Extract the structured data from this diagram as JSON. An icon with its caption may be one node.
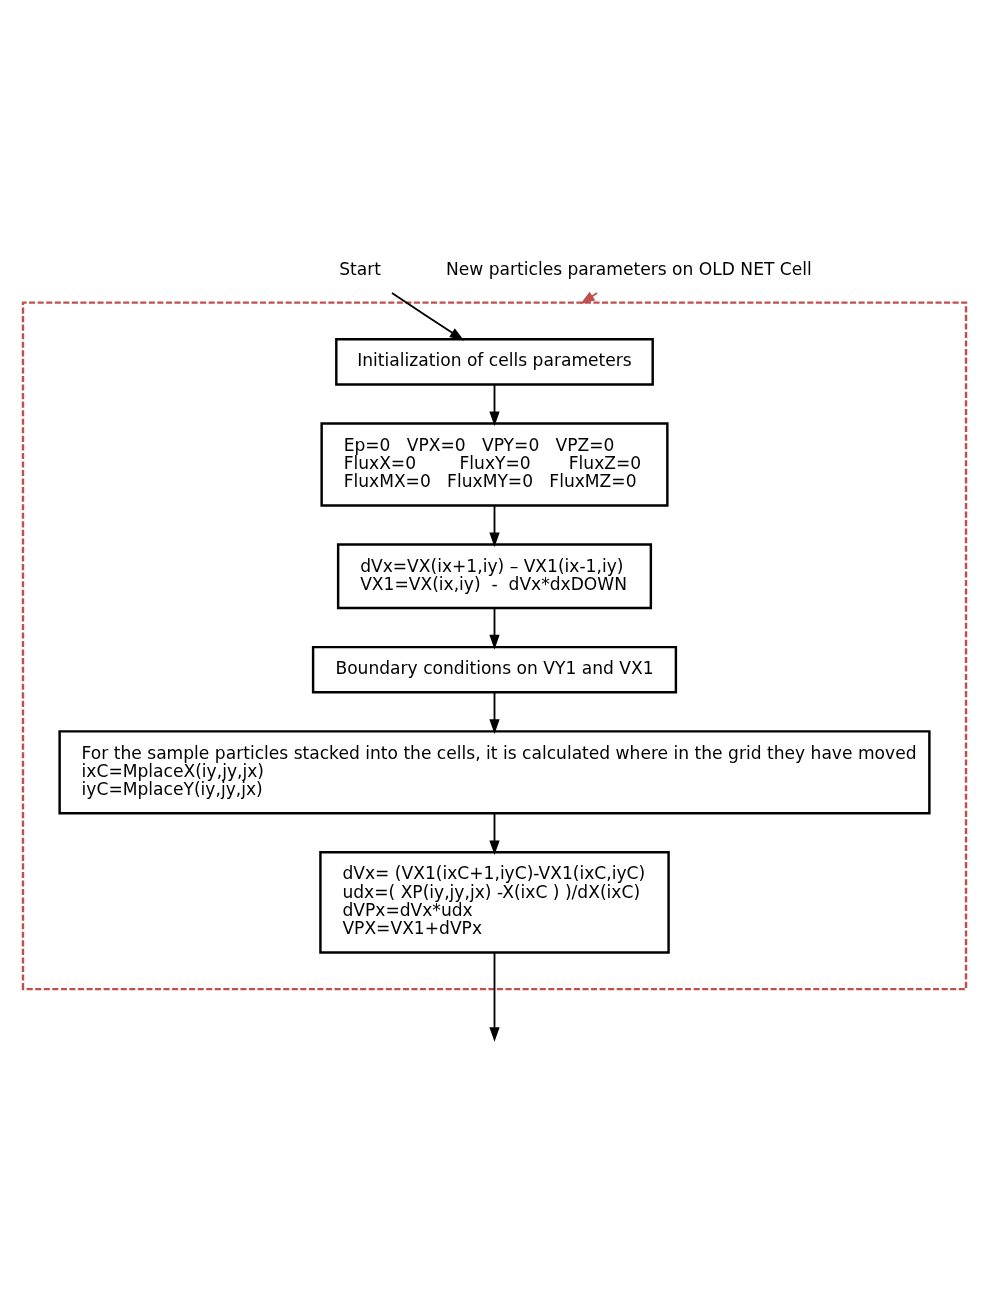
{
  "diagram": {
    "nodes": [
      {
        "text": [
          "Start"
        ]
      },
      {
        "text": [
          "New particles parameters on OLD NET Cell"
        ]
      },
      {
        "text": [],
        "shape": "box"
      },
      {
        "text": [
          "Initialization of cells parameters"
        ],
        "in": 2
      },
      {
        "text": [
          "Ep=0   VPX=0   VPY=0   VPZ=0",
          "FluxX=0        FluxY=0       FluxZ=0",
          "FluxMX=0   FluxMY=0   FluxMZ=0"
        ],
        "in": 2
      },
      {
        "text": [
          "dVx=VX(ix+1,iy) – VX1(ix-1,iy)",
          "VX1=VX(ix,iy)  -  dVx*dxDOWN"
        ],
        "in": 2
      },
      {
        "text": [
          "Boundary conditions on VY1 and VX1"
        ],
        "in": 2
      },
      {
        "text": [
          "For the sample particles stacked into the cells, it is calculated where in the grid they have moved",
          "ixC=MplaceX(iy,jy,jx)",
          "iyC=MplaceY(iy,jy,jx)"
        ],
        "in": 2
      },
      {
        "text": [
          "dVx= (VX1(ixC+1,iyC)-VX1(ixC,iyC)",
          "udx=( XP(iy,jy,jx) -X(ixC ) )/dX(ixC)",
          "dVPx=dVx*udx",
          "VPX=VX1+dVPx"
        ],
        "in": 2
      }
    ],
    "edges": [
      {
        "from": 0,
        "to": 3,
        "arrow": "to"
      },
      {
        "from": 1,
        "to": 2,
        "arrow": "to",
        "style": "dashed",
        "color": "#c0504d"
      },
      {
        "from": 3,
        "to": 4,
        "arrow": "to"
      },
      {
        "from": 4,
        "to": 5,
        "arrow": "to"
      },
      {
        "from": 5,
        "to": 6,
        "arrow": "to"
      },
      {
        "from": 6,
        "to": 7,
        "arrow": "to"
      },
      {
        "from": 7,
        "to": 8,
        "arrow": "to"
      },
      {
        "from": 8,
        "to": null,
        "arrow": "to"
      }
    ]
  }
}
